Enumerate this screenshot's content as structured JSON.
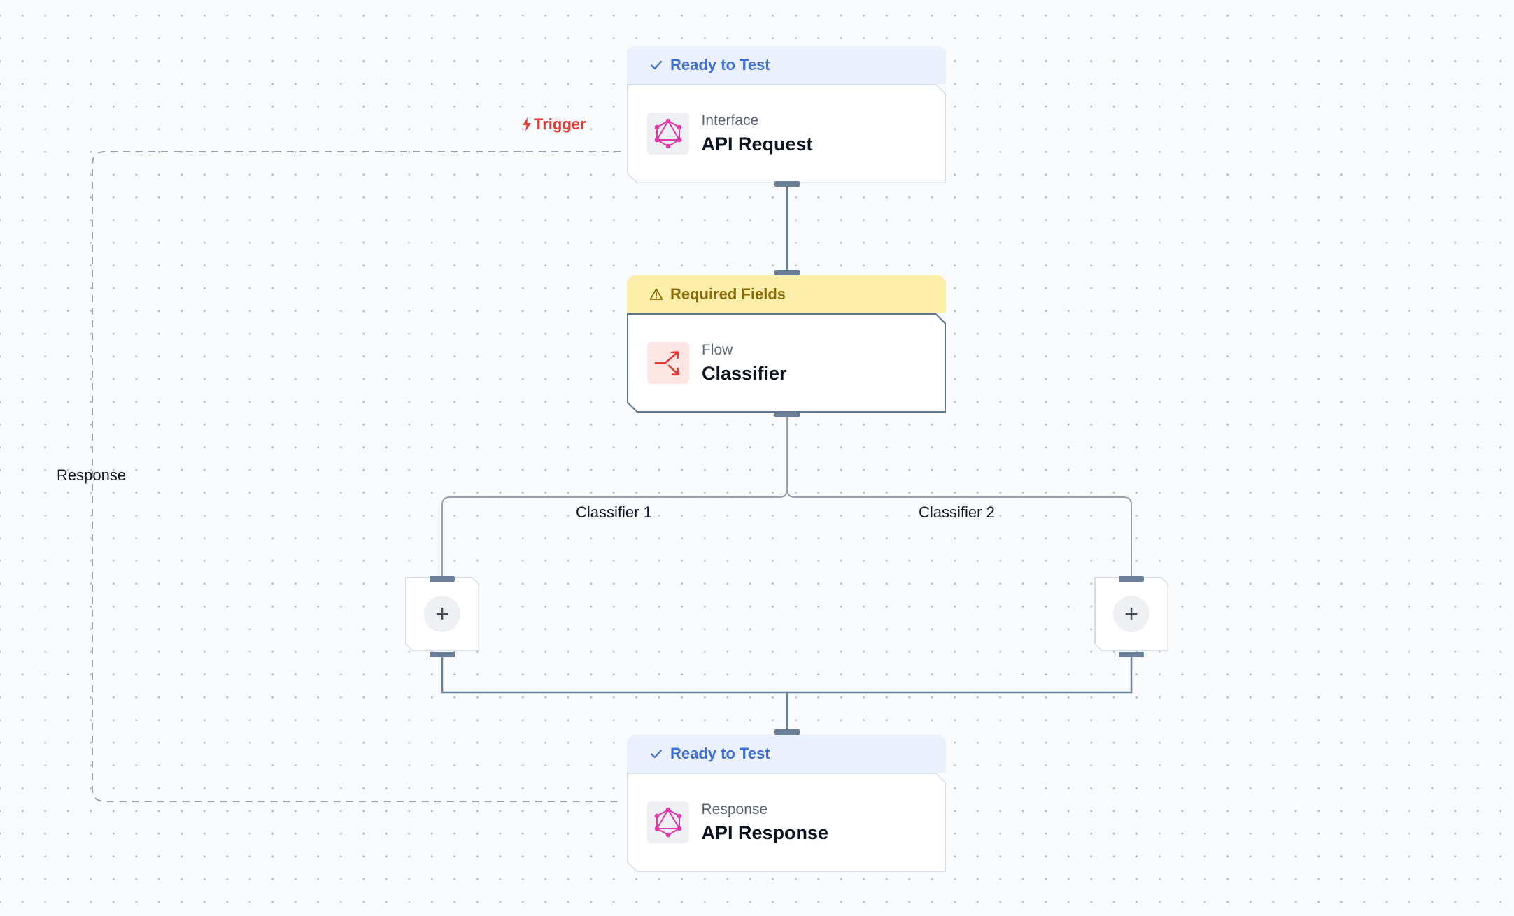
{
  "colors": {
    "ok_status_bg": "#eaf0fc",
    "ok_status_text": "#3d6fd6",
    "warn_status_bg": "#fdeeaa",
    "warn_status_text": "#8a6a07",
    "trigger": "#e53935",
    "connector": "#6b8098",
    "graphql_pink": "#e535ab",
    "flow_red": "#e53935"
  },
  "edges": {
    "trigger_label": "Trigger",
    "response_label": "Response",
    "branch_1_label": "Classifier 1",
    "branch_2_label": "Classifier 2"
  },
  "nodes": {
    "api_request": {
      "status": "Ready to Test",
      "status_icon": "check-icon",
      "category": "Interface",
      "title": "API Request",
      "icon": "graphql-icon"
    },
    "classifier": {
      "status": "Required Fields",
      "status_icon": "warning-icon",
      "category": "Flow",
      "title": "Classifier",
      "icon": "split-arrow-icon"
    },
    "api_response": {
      "status": "Ready to Test",
      "status_icon": "check-icon",
      "category": "Response",
      "title": "API Response",
      "icon": "graphql-icon"
    },
    "add_step_left": {
      "symbol": "+"
    },
    "add_step_right": {
      "symbol": "+"
    }
  }
}
